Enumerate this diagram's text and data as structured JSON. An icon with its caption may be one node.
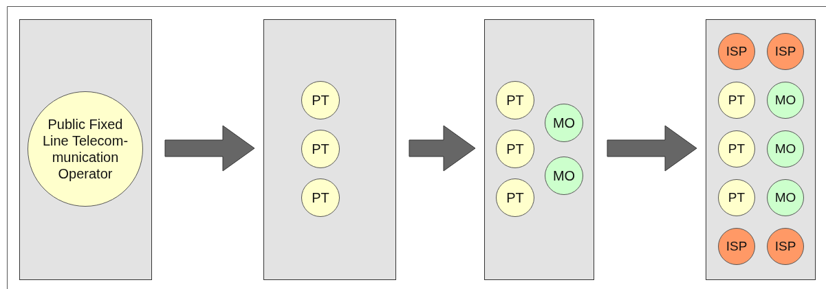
{
  "diagram": {
    "nodes": [
      {
        "text": [],
        "shape": "box"
      },
      {
        "text": [
          "Public Fixed Line Telecom-munication Operator"
        ],
        "in": 0
      },
      {
        "text": [],
        "shape": "box"
      },
      {
        "text": [
          "PT"
        ],
        "in": 2
      },
      {
        "text": [
          "PT"
        ],
        "in": 2
      },
      {
        "text": [
          "PT"
        ],
        "in": 2
      },
      {
        "text": [],
        "shape": "box"
      },
      {
        "text": [
          "PT"
        ],
        "in": 6
      },
      {
        "text": [
          "MO"
        ],
        "in": 6
      },
      {
        "text": [
          "PT"
        ],
        "in": 6
      },
      {
        "text": [
          "MO"
        ],
        "in": 6
      },
      {
        "text": [
          "PT"
        ],
        "in": 6
      },
      {
        "text": [],
        "shape": "box"
      },
      {
        "text": [
          "ISP"
        ],
        "in": 12
      },
      {
        "text": [
          "ISP"
        ],
        "in": 12
      },
      {
        "text": [
          "PT"
        ],
        "in": 12
      },
      {
        "text": [
          "MO"
        ],
        "in": 12
      },
      {
        "text": [
          "PT"
        ],
        "in": 12
      },
      {
        "text": [
          "MO"
        ],
        "in": 12
      },
      {
        "text": [
          "PT"
        ],
        "in": 12
      },
      {
        "text": [
          "MO"
        ],
        "in": 12
      },
      {
        "text": [
          "ISP"
        ],
        "in": 12
      },
      {
        "text": [
          "ISP"
        ],
        "in": 12
      }
    ],
    "edges": [
      {
        "from": 0,
        "to": 2,
        "arrow": "to",
        "style": "thick"
      },
      {
        "from": 2,
        "to": 6,
        "arrow": "to",
        "style": "thick"
      },
      {
        "from": 6,
        "to": 12,
        "arrow": "to",
        "style": "thick"
      }
    ]
  }
}
